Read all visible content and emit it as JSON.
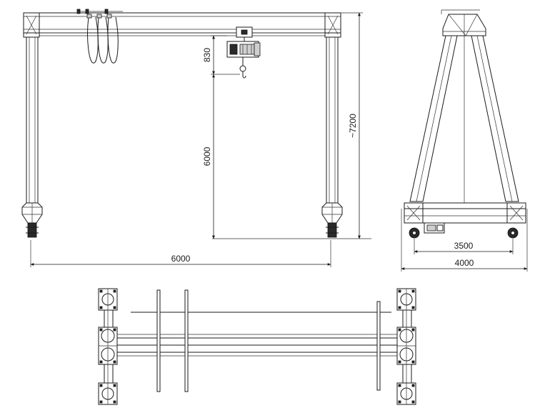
{
  "dimensions": {
    "front_hook_offset": "830",
    "front_lift_height": "6000",
    "front_total_height": "~7200",
    "front_span": "6000",
    "side_wheel_base": "3500",
    "side_overall_width": "4000"
  }
}
